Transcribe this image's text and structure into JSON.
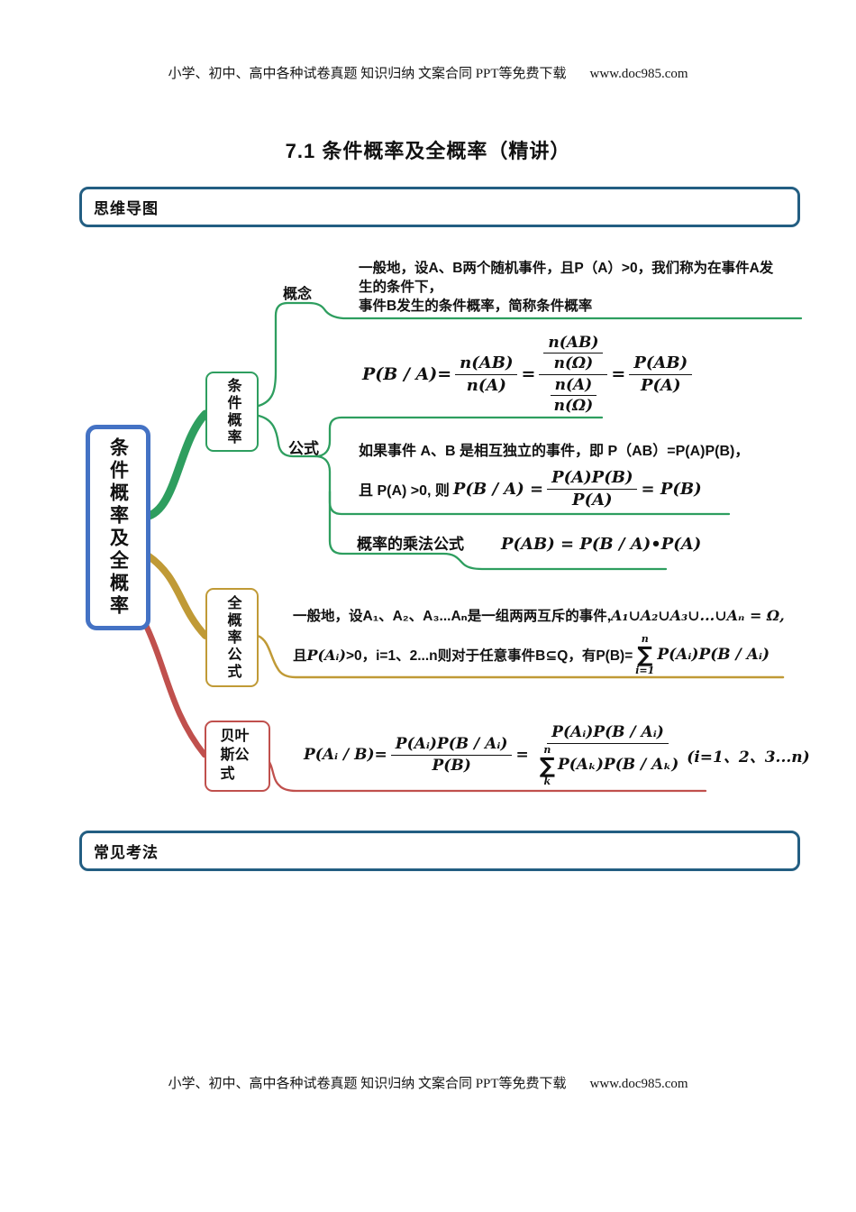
{
  "page": {
    "header": {
      "left": "小学、初中、高中各种试卷真题 知识归纳  文案合同  PPT等免费下载",
      "site": "www.doc985.com"
    },
    "footer": {
      "left": "小学、初中、高中各种试卷真题 知识归纳  文案合同  PPT等免费下载",
      "site": "www.doc985.com"
    },
    "title": "7.1 条件概率及全概率（精讲）"
  },
  "sections": {
    "mindmap_label": "思维导图",
    "exam_label": "常见考法"
  },
  "colors": {
    "branch_green": "#2E9E5F",
    "branch_gold": "#C09A36",
    "branch_red": "#C0504D",
    "root_blue": "#4472C4",
    "section_blue": "#235E82"
  },
  "mindmap": {
    "root": "条件概率及全概率",
    "branches": {
      "conditional": {
        "node": "条件概率",
        "concept_label": "概念",
        "concept_lines": [
          "一般地，设A、B两个随机事件，且P（A）>0，我们称为在事件A发",
          "生的条件下，",
          "事件B发生的条件概率，简称条件概率"
        ],
        "formula_label": "公式",
        "pba": {
          "lhs": "P(B / A)",
          "eq1": "=",
          "n_ab": "n(AB)",
          "n_a": "n(A)",
          "eq2": "=",
          "n_omega": "n(Ω)",
          "eq3": "=",
          "p_ab": "P(AB)",
          "p_a": "P(A)"
        },
        "independent_line1": "如果事件 A、B 是相互独立的事件，即 P（AB）=P(A)P(B)，",
        "independent_line2_pre": "且 P(A) >0, 则",
        "independent_math": {
          "lhs": "P(B / A) =",
          "num": "P(A)P(B)",
          "den": "P(A)",
          "rhs": "= P(B)"
        },
        "mult_label": "概率的乘法公式",
        "mult_formula": "P(AB) = P(B / A)•P(A)"
      },
      "total": {
        "node": "全概率公式",
        "line1_zh": "一般地，设A₁、A₂、A₃...Aₙ是一组两两互斥的事件,",
        "line1_math": "A₁∪A₂∪A₃∪...∪Aₙ = Ω,",
        "line2_zh1": "且",
        "line2_math1": "P(Aᵢ)",
        "line2_zh2": " >0，i=1、2...n则对于任意事件B⊆Q，有P(B)=",
        "sum_sup": "n",
        "sum_sym": "∑",
        "sum_sub": "i=1",
        "line2_math2": "P(Aᵢ)P(B / Aᵢ)"
      },
      "bayes": {
        "node": "贝叶斯公式",
        "lhs": "P(Aᵢ / B)=",
        "f1_num": "P(Aᵢ)P(B / Aᵢ)",
        "f1_den": "P(B)",
        "eq": "=",
        "f2_num": "P(Aᵢ)P(B / Aᵢ)",
        "sum_sup": "n",
        "sum_sym": "∑",
        "sum_sub": "k",
        "f2_den_rest": "P(Aₖ)P(B / Aₖ)",
        "tail": "(i=1、2、3...n)"
      }
    }
  }
}
